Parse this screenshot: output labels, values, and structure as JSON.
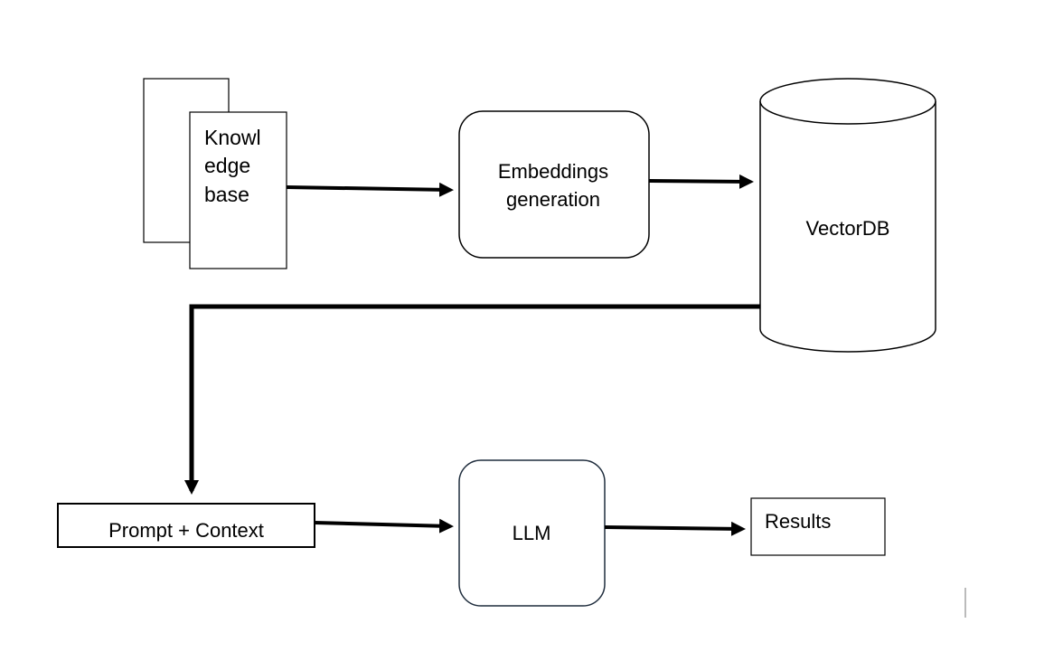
{
  "diagram": {
    "nodes": {
      "knowledge_base": {
        "lines": [
          "Knowl",
          "edge",
          "base"
        ]
      },
      "embeddings": {
        "lines": [
          "Embeddings",
          "generation"
        ]
      },
      "vectordb": {
        "label": "VectorDB"
      },
      "prompt_context": {
        "label": "Prompt + Context"
      },
      "llm": {
        "label": "LLM"
      },
      "results": {
        "label": "Results"
      }
    },
    "edges": [
      {
        "from": "knowledge_base",
        "to": "embeddings"
      },
      {
        "from": "embeddings",
        "to": "vectordb"
      },
      {
        "from": "vectordb",
        "to": "prompt_context"
      },
      {
        "from": "prompt_context",
        "to": "llm"
      },
      {
        "from": "llm",
        "to": "results"
      }
    ],
    "colors": {
      "stroke": "#000000",
      "llm_border": "#1f2d3d",
      "background": "#ffffff"
    }
  }
}
